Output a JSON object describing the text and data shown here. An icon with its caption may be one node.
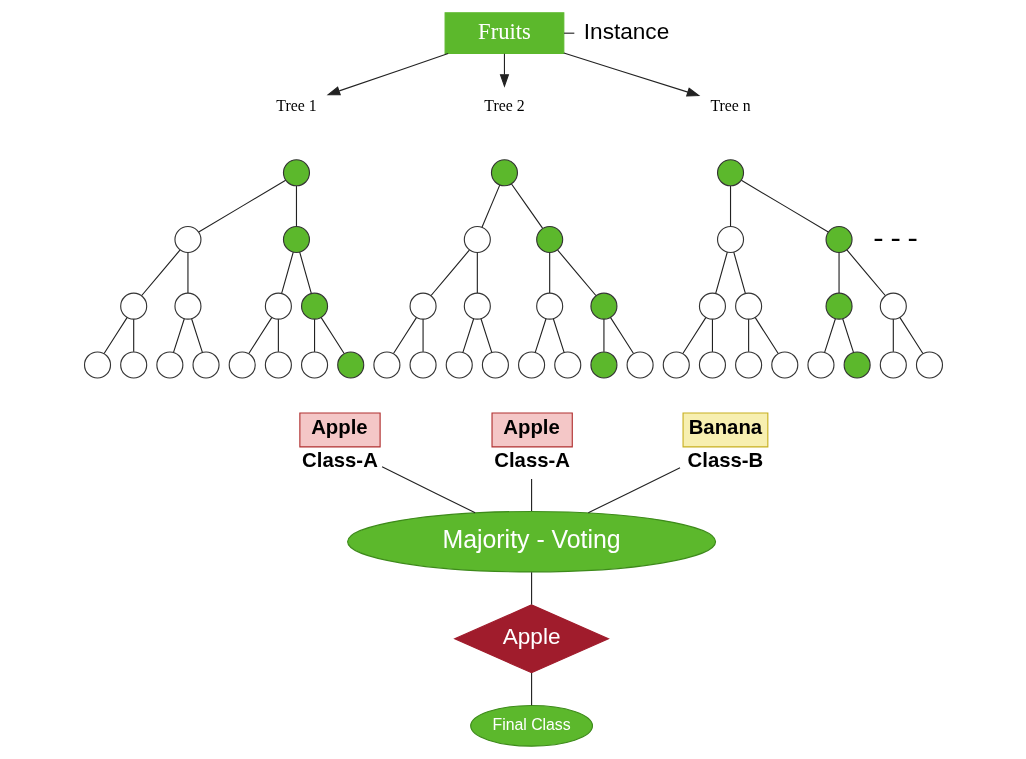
{
  "diagram": {
    "nodes": [
      {
        "text": [
          "Fruits"
        ]
      },
      {
        "text": [
          "Instance"
        ]
      },
      {
        "text": [
          "Tree 1"
        ]
      },
      {
        "text": [],
        "shape": "circle"
      },
      {
        "text": [],
        "shape": "circle"
      },
      {
        "text": [],
        "shape": "circle"
      },
      {
        "text": [],
        "shape": "circle"
      },
      {
        "text": [],
        "shape": "circle"
      },
      {
        "text": [],
        "shape": "circle"
      },
      {
        "text": [],
        "shape": "circle"
      },
      {
        "text": [],
        "shape": "circle"
      },
      {
        "text": [],
        "shape": "circle"
      },
      {
        "text": [],
        "shape": "circle"
      },
      {
        "text": [],
        "shape": "circle"
      },
      {
        "text": [],
        "shape": "circle"
      },
      {
        "text": [],
        "shape": "circle"
      },
      {
        "text": [],
        "shape": "circle"
      },
      {
        "text": [],
        "shape": "circle"
      },
      {
        "text": [
          "Tree 2"
        ]
      },
      {
        "text": [],
        "shape": "circle"
      },
      {
        "text": [],
        "shape": "circle"
      },
      {
        "text": [],
        "shape": "circle"
      },
      {
        "text": [],
        "shape": "circle"
      },
      {
        "text": [],
        "shape": "circle"
      },
      {
        "text": [],
        "shape": "circle"
      },
      {
        "text": [],
        "shape": "circle"
      },
      {
        "text": [],
        "shape": "circle"
      },
      {
        "text": [],
        "shape": "circle"
      },
      {
        "text": [],
        "shape": "circle"
      },
      {
        "text": [],
        "shape": "circle"
      },
      {
        "text": [],
        "shape": "circle"
      },
      {
        "text": [],
        "shape": "circle"
      },
      {
        "text": [],
        "shape": "circle"
      },
      {
        "text": [],
        "shape": "circle"
      },
      {
        "text": [
          "Tree n"
        ]
      },
      {
        "text": [],
        "shape": "circle"
      },
      {
        "text": [],
        "shape": "circle"
      },
      {
        "text": [],
        "shape": "circle"
      },
      {
        "text": [],
        "shape": "circle"
      },
      {
        "text": [],
        "shape": "circle"
      },
      {
        "text": [],
        "shape": "circle"
      },
      {
        "text": [],
        "shape": "circle"
      },
      {
        "text": [],
        "shape": "circle"
      },
      {
        "text": [],
        "shape": "circle"
      },
      {
        "text": [],
        "shape": "circle"
      },
      {
        "text": [],
        "shape": "circle"
      },
      {
        "text": [],
        "shape": "circle"
      },
      {
        "text": [],
        "shape": "circle"
      },
      {
        "text": [],
        "shape": "circle"
      },
      {
        "text": [],
        "shape": "circle"
      },
      {
        "text": [
          "Apple"
        ],
        "beside": [
          "Class-A"
        ]
      },
      {
        "text": [
          "Apple"
        ],
        "beside": [
          "Class-A"
        ]
      },
      {
        "text": [
          "Banana"
        ],
        "beside": [
          "Class-B"
        ]
      },
      {
        "text": [
          "Majority - Voting"
        ]
      },
      {
        "text": [
          "Apple"
        ]
      },
      {
        "text": [
          "Final Class"
        ]
      }
    ],
    "edges": [
      {
        "from": 0,
        "to": 1,
        "arrow": "none"
      },
      {
        "from": 0,
        "to": 2,
        "arrow": "to"
      },
      {
        "from": 0,
        "to": 18,
        "arrow": "to"
      },
      {
        "from": 0,
        "to": 34,
        "arrow": "to"
      },
      {
        "from": 3,
        "to": 4,
        "arrow": "none"
      },
      {
        "from": 3,
        "to": 5,
        "arrow": "none"
      },
      {
        "from": 4,
        "to": 6,
        "arrow": "none"
      },
      {
        "from": 4,
        "to": 7,
        "arrow": "none"
      },
      {
        "from": 5,
        "to": 8,
        "arrow": "none"
      },
      {
        "from": 5,
        "to": 9,
        "arrow": "none"
      },
      {
        "from": 6,
        "to": 10,
        "arrow": "none"
      },
      {
        "from": 6,
        "to": 11,
        "arrow": "none"
      },
      {
        "from": 7,
        "to": 12,
        "arrow": "none"
      },
      {
        "from": 7,
        "to": 13,
        "arrow": "none"
      },
      {
        "from": 8,
        "to": 14,
        "arrow": "none"
      },
      {
        "from": 8,
        "to": 15,
        "arrow": "none"
      },
      {
        "from": 9,
        "to": 16,
        "arrow": "none"
      },
      {
        "from": 9,
        "to": 17,
        "arrow": "none"
      },
      {
        "from": 19,
        "to": 20,
        "arrow": "none"
      },
      {
        "from": 19,
        "to": 21,
        "arrow": "none"
      },
      {
        "from": 20,
        "to": 22,
        "arrow": "none"
      },
      {
        "from": 20,
        "to": 23,
        "arrow": "none"
      },
      {
        "from": 21,
        "to": 24,
        "arrow": "none"
      },
      {
        "from": 21,
        "to": 25,
        "arrow": "none"
      },
      {
        "from": 22,
        "to": 26,
        "arrow": "none"
      },
      {
        "from": 22,
        "to": 27,
        "arrow": "none"
      },
      {
        "from": 23,
        "to": 28,
        "arrow": "none"
      },
      {
        "from": 23,
        "to": 29,
        "arrow": "none"
      },
      {
        "from": 24,
        "to": 30,
        "arrow": "none"
      },
      {
        "from": 24,
        "to": 31,
        "arrow": "none"
      },
      {
        "from": 25,
        "to": 32,
        "arrow": "none"
      },
      {
        "from": 25,
        "to": 33,
        "arrow": "none"
      },
      {
        "from": 35,
        "to": 36,
        "arrow": "none"
      },
      {
        "from": 35,
        "to": 37,
        "arrow": "none"
      },
      {
        "from": 36,
        "to": 38,
        "arrow": "none"
      },
      {
        "from": 36,
        "to": 39,
        "arrow": "none"
      },
      {
        "from": 37,
        "to": 40,
        "arrow": "none"
      },
      {
        "from": 37,
        "to": 41,
        "arrow": "none"
      },
      {
        "from": 38,
        "to": 42,
        "arrow": "none"
      },
      {
        "from": 38,
        "to": 43,
        "arrow": "none"
      },
      {
        "from": 39,
        "to": 44,
        "arrow": "none"
      },
      {
        "from": 39,
        "to": 45,
        "arrow": "none"
      },
      {
        "from": 40,
        "to": 46,
        "arrow": "none"
      },
      {
        "from": 40,
        "to": 47,
        "arrow": "none"
      },
      {
        "from": 41,
        "to": 48,
        "arrow": "none"
      },
      {
        "from": 41,
        "to": 49,
        "arrow": "none"
      },
      {
        "from": 50,
        "to": 53,
        "arrow": "none"
      },
      {
        "from": 51,
        "to": 53,
        "arrow": "none"
      },
      {
        "from": 52,
        "to": 53,
        "arrow": "none"
      },
      {
        "from": 53,
        "to": 54,
        "arrow": "none"
      },
      {
        "from": 54,
        "to": 55,
        "arrow": "none"
      }
    ],
    "labels": [
      "- - -"
    ]
  }
}
